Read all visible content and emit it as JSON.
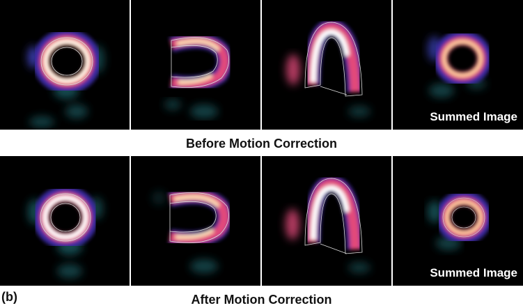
{
  "figure": {
    "panel_label": "(b)",
    "rows": [
      {
        "caption": "Before Motion Correction",
        "summed_label": "Summed Image"
      },
      {
        "caption": "After Motion Correction",
        "summed_label": "Summed Image"
      }
    ]
  }
}
